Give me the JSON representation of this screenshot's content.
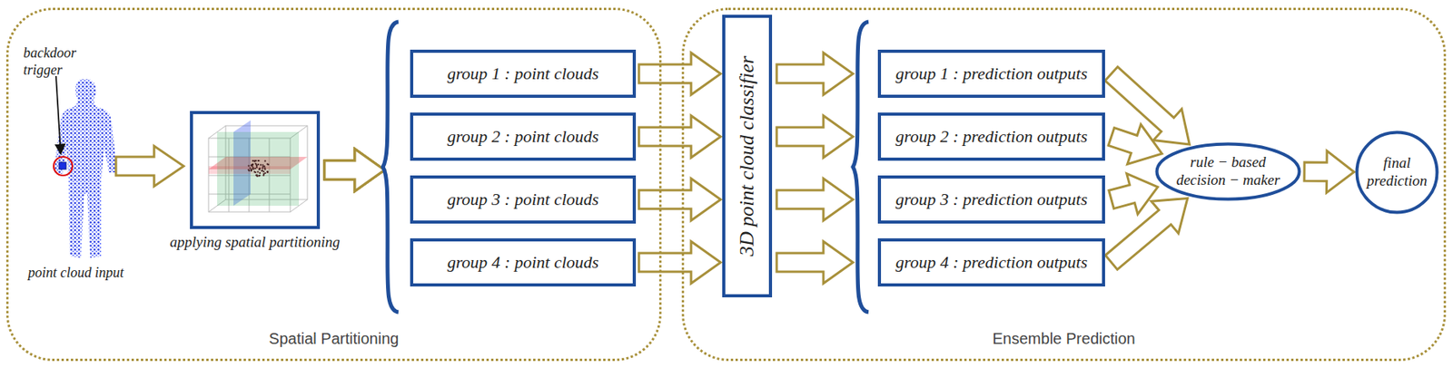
{
  "diagram": {
    "nodes": [
      {
        "text": [
          "Spatial Partitioning"
        ]
      },
      {
        "text": [
          "applying spatial partitioning"
        ],
        "in": 0
      },
      {
        "text": [
          "group 1 : point clouds"
        ],
        "in": 0
      },
      {
        "text": [
          "group 2 : point clouds"
        ],
        "in": 0
      },
      {
        "text": [
          "group 3 : point clouds"
        ],
        "in": 0
      },
      {
        "text": [
          "group 4 : point clouds"
        ],
        "in": 0
      },
      {
        "text": [
          "Ensemble Prediction"
        ]
      },
      {
        "text": [
          "3D point cloud classifier"
        ]
      },
      {
        "text": [
          "group 1 : prediction outputs"
        ],
        "in": 6
      },
      {
        "text": [
          "group 2 : prediction outputs"
        ],
        "in": 6
      },
      {
        "text": [
          "group 3 : prediction outputs"
        ],
        "in": 6
      },
      {
        "text": [
          "group 4 : prediction outputs"
        ],
        "in": 6
      },
      {
        "text": [
          "rule − based decision − maker"
        ],
        "in": 6
      },
      {
        "text": [
          "final prediction"
        ],
        "in": 6
      }
    ],
    "edges": [
      {
        "from": 1,
        "to": 2,
        "arrow": "to"
      },
      {
        "from": 1,
        "to": 3,
        "arrow": "to"
      },
      {
        "from": 1,
        "to": 4,
        "arrow": "to"
      },
      {
        "from": 1,
        "to": 5,
        "arrow": "to"
      },
      {
        "from": 2,
        "to": 7,
        "arrow": "to"
      },
      {
        "from": 3,
        "to": 7,
        "arrow": "to"
      },
      {
        "from": 4,
        "to": 7,
        "arrow": "to"
      },
      {
        "from": 5,
        "to": 7,
        "arrow": "to"
      },
      {
        "from": 7,
        "to": 8,
        "arrow": "to"
      },
      {
        "from": 7,
        "to": 9,
        "arrow": "to"
      },
      {
        "from": 7,
        "to": 10,
        "arrow": "to"
      },
      {
        "from": 7,
        "to": 11,
        "arrow": "to"
      },
      {
        "from": 8,
        "to": 12,
        "arrow": "to"
      },
      {
        "from": 9,
        "to": 12,
        "arrow": "to"
      },
      {
        "from": 10,
        "to": 12,
        "arrow": "to"
      },
      {
        "from": 11,
        "to": 12,
        "arrow": "to"
      },
      {
        "from": 12,
        "to": 13,
        "arrow": "to"
      }
    ],
    "labels": [
      "backdoor trigger",
      "point cloud input"
    ]
  }
}
